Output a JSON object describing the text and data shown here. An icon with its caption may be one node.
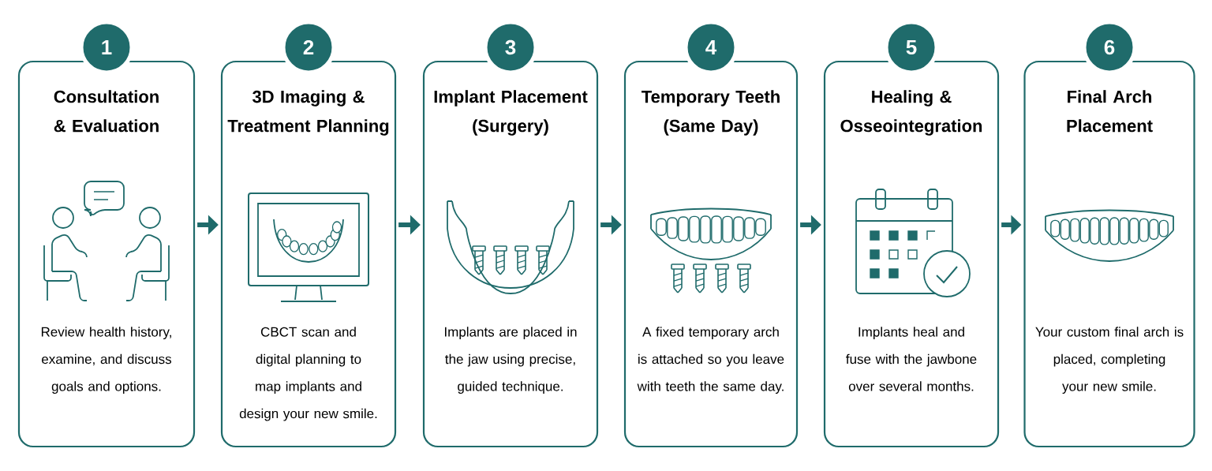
{
  "diagram": {
    "nodes": [
      {
        "text": [
          "1",
          "Consultation & Evaluation",
          "Review health history, examine, and discuss goals and options."
        ]
      },
      {
        "text": [
          "2",
          "3D Imaging & Treatment Planning",
          "CBCT scan and digital planning to map implants and design your new smile."
        ]
      },
      {
        "text": [
          "3",
          "Implant Placement (Surgery)",
          "Implants are placed in the jaw using precise, guided technique."
        ]
      },
      {
        "text": [
          "4",
          "Temporary Teeth (Same Day)",
          "A fixed temporary arch is attached so you leave with teeth the same day."
        ]
      },
      {
        "text": [
          "5",
          "Healing & Osseointegration",
          "Implants heal and fuse with the jawbone over several months."
        ]
      },
      {
        "text": [
          "6",
          "Final Arch Placement",
          "Your custom final arch is placed, completing your new smile."
        ]
      }
    ],
    "edges": [
      {
        "from": 0,
        "to": 1,
        "arrow": "to"
      },
      {
        "from": 1,
        "to": 2,
        "arrow": "to"
      },
      {
        "from": 2,
        "to": 3,
        "arrow": "to"
      },
      {
        "from": 3,
        "to": 4,
        "arrow": "to"
      },
      {
        "from": 4,
        "to": 5,
        "arrow": "to"
      }
    ]
  }
}
